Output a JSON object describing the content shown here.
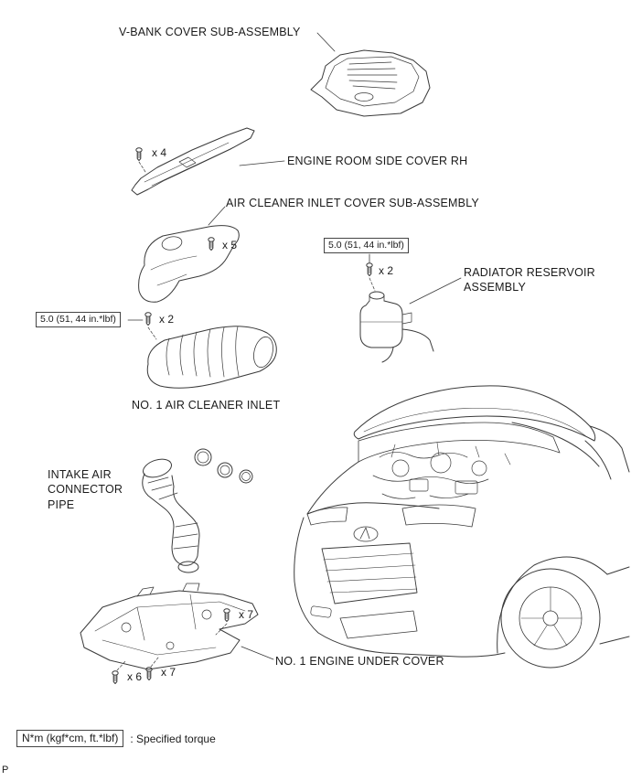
{
  "page": {
    "corner_mark": "P"
  },
  "colors": {
    "line": "#3a3a3a",
    "text": "#1b1b1b",
    "background": "#ffffff"
  },
  "labels": {
    "v_bank_cover": "V-BANK COVER SUB-ASSEMBLY",
    "engine_room_side_cover": "ENGINE ROOM SIDE COVER RH",
    "air_cleaner_inlet_cover": "AIR CLEANER INLET COVER SUB-ASSEMBLY",
    "radiator_reservoir": "RADIATOR RESERVOIR\nASSEMBLY",
    "no1_air_cleaner_inlet": "NO. 1 AIR CLEANER INLET",
    "intake_air_connector_pipe": "INTAKE AIR\nCONNECTOR\nPIPE",
    "no1_engine_under_cover": "NO. 1 ENGINE UNDER COVER"
  },
  "torque_specs": {
    "air_cleaner_inlet_right": "5.0 (51, 44 in.*lbf)",
    "air_cleaner_inlet_left": "5.0 (51, 44 in.*lbf)"
  },
  "fastener_counts": {
    "side_cover": "x 4",
    "inlet_cover": "x 5",
    "reservoir_bolt": "x 2",
    "inlet_bolt": "x 2",
    "under_cover_top": "x 7",
    "under_cover_bottom_left": "x 6",
    "under_cover_bottom_right": "x 7"
  },
  "legend": {
    "box_text": "N*m (kgf*cm, ft.*lbf)",
    "description": ": Specified torque"
  }
}
